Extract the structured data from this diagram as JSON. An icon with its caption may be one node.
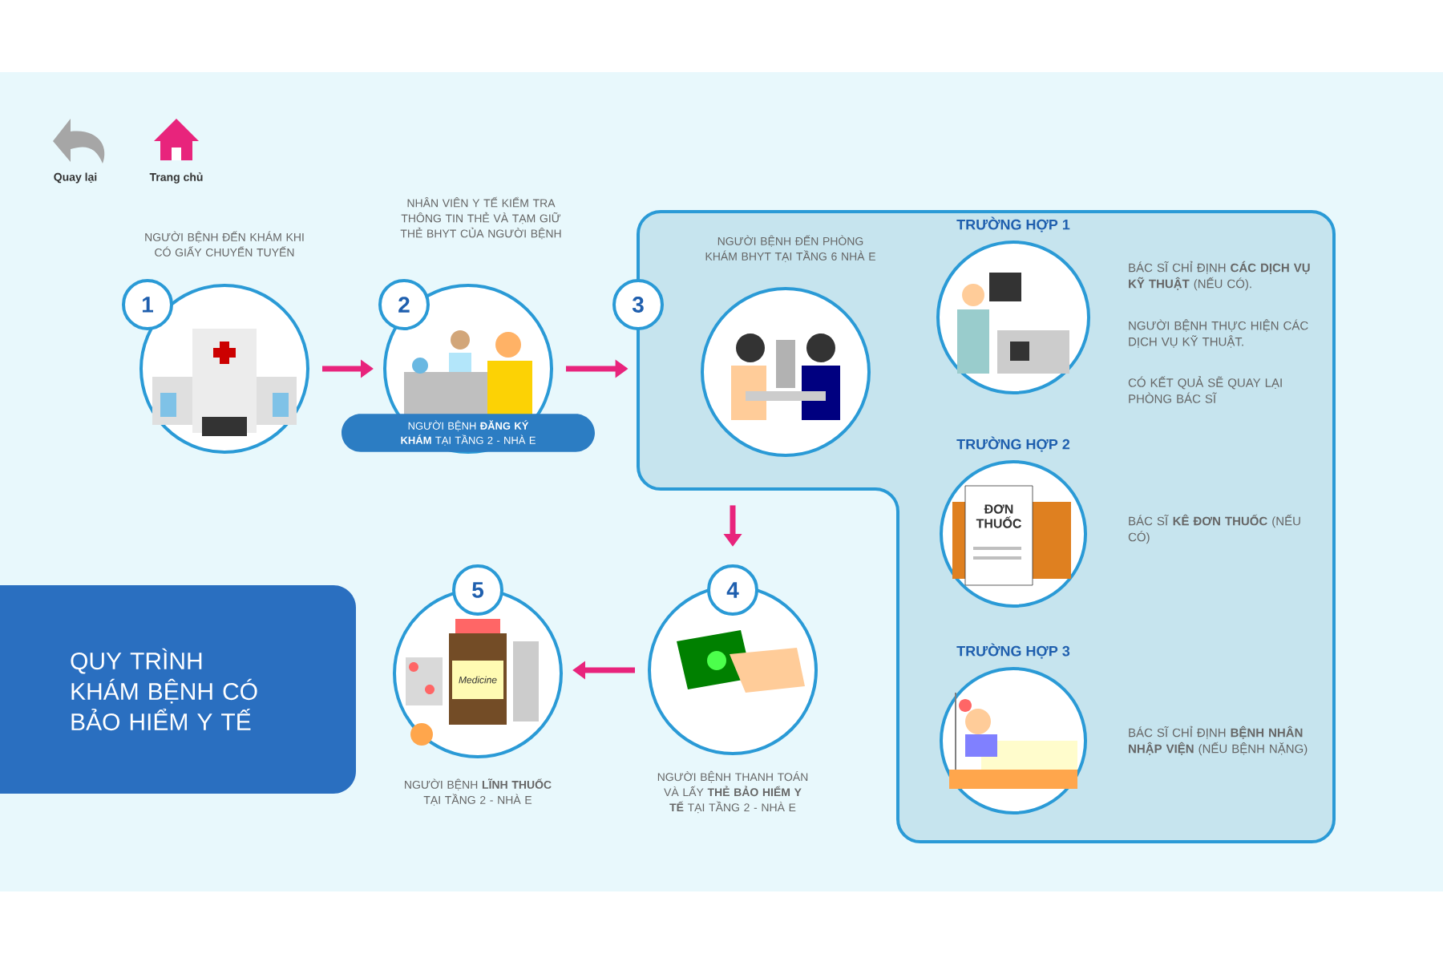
{
  "diagram": {
    "title": "QUY TRÌNH KHÁM BỆNH CÓ BẢO HIỂM Y TẾ",
    "nodes": [
      {
        "text": [
          "1"
        ],
        "beside": [
          "NGƯỜI BỆNH ĐẾN KHÁM KHI CÓ GIẤY CHUYỂN TUYẾN"
        ]
      },
      {
        "text": [
          "2",
          "NGƯỜI BỆNH **ĐĂNG KÝ KHÁM** TẠI TẦNG 2 - NHÀ E"
        ],
        "beside": [
          "NHÂN VIÊN Y TẾ KIỂM TRA THÔNG TIN THẺ VÀ TẠM GIỮ THẺ BHYT CỦA NGƯỜI BỆNH"
        ]
      },
      {
        "text": [
          "3",
          "NGƯỜI BỆNH ĐẾN PHÒNG KHÁM BHYT TẠI TẦNG 6 NHÀ E"
        ]
      },
      {
        "text": [],
        "shape": "picture",
        "in": 2
      },
      {
        "text": [
          "TRƯỜNG HỢP 1"
        ],
        "in": 2,
        "beside": [
          "BÁC SĨ CHỈ ĐỊNH **CÁC DỊCH VỤ KỸ THUẬT** (NẾU CÓ).",
          "NGƯỜI BỆNH THỰC HIỆN CÁC DỊCH VỤ KỸ THUẬT.",
          "CÓ KẾT QUẢ SẼ QUAY LẠI PHÒNG BÁC SĨ"
        ]
      },
      {
        "text": [
          "TRƯỜNG HỢP 2"
        ],
        "in": 2,
        "beside": [
          "BÁC SĨ **KÊ ĐƠN THUỐC** (NẾU CÓ)"
        ]
      },
      {
        "text": [
          "TRƯỜNG HỢP 3"
        ],
        "in": 2,
        "beside": [
          "BÁC SĨ CHỈ ĐỊNH **BỆNH NHÂN NHẬP VIỆN** (NẾU BỆNH NẶNG)"
        ]
      },
      {
        "text": [
          "4"
        ],
        "beside": [
          "NGƯỜI BỆNH THANH TOÁN VÀ LẤY **THẺ BẢO HIỂM Y TẾ** TẠI TẦNG 2 - NHÀ E"
        ]
      },
      {
        "text": [
          "5"
        ],
        "beside": [
          "NGƯỜI BỆNH **LĨNH THUỐC** TẠI TẦNG 2 - NHÀ E"
        ]
      }
    ],
    "edges": [
      {
        "from": 0,
        "to": 1,
        "arrow": "to"
      },
      {
        "from": 1,
        "to": 2,
        "arrow": "to"
      },
      {
        "from": 2,
        "to": 7,
        "arrow": "to"
      },
      {
        "from": 7,
        "to": 8,
        "arrow": "to"
      }
    ],
    "labels": [
      "Quay lại",
      "Trang chủ",
      "ĐƠN THUỐC",
      "Medicine"
    ]
  }
}
